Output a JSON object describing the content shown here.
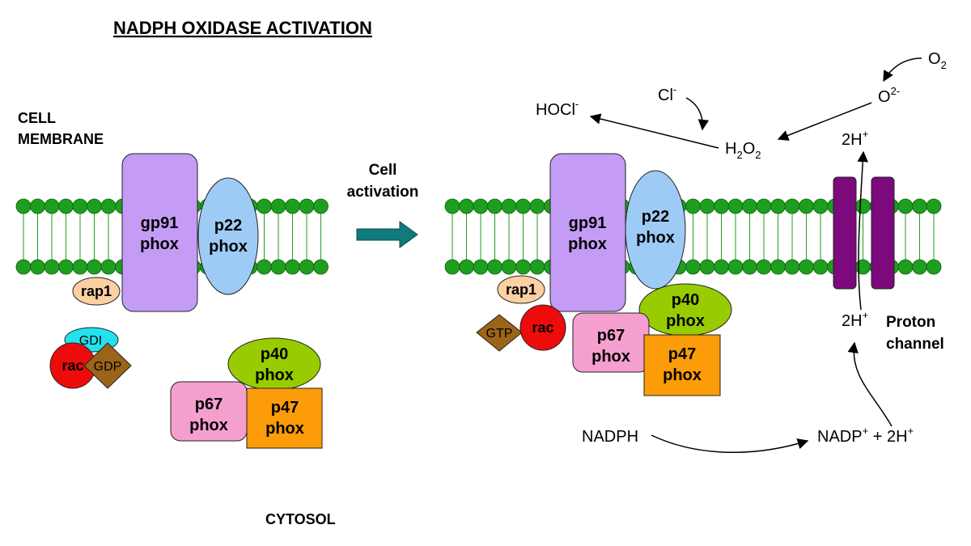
{
  "title": "NADPH OXIDASE ACTIVATION",
  "labels": {
    "cell": "CELL",
    "membrane": "MEMBRANE",
    "cytosol": "CYTOSOL",
    "cell_activation_1": "Cell",
    "cell_activation_2": "activation",
    "proton": "Proton",
    "channel": "channel",
    "nadph": "NADPH",
    "nadp": "NADP",
    "nadp_sup": "+",
    "nadp_rest": " + 2H",
    "nadp_rest_sup": "+",
    "two_h": "2H",
    "two_h_sup": "+",
    "two_h_mid": "2H",
    "two_h_mid_sup": "+",
    "hocl": "HOCl",
    "hocl_sup": "-",
    "cl": "Cl",
    "cl_sup": "-",
    "o2": "O",
    "o2_sub": "2",
    "superoxide": "O",
    "superoxide_sup": "2-",
    "h2o2_h": "H",
    "h2o2_2a": "2",
    "h2o2_o": "O",
    "h2o2_2b": "2"
  },
  "proteins": {
    "gp91_1": "gp91",
    "gp91_2": "phox",
    "p22_1": "p22",
    "p22_2": "phox",
    "rap1": "rap1",
    "gdi": "GDI",
    "rac": "rac",
    "gdp": "GDP",
    "gtp": "GTP",
    "p40_1": "p40",
    "p40_2": "phox",
    "p67_1": "p67",
    "p67_2": "phox",
    "p47_1": "p47",
    "p47_2": "phox"
  },
  "colors": {
    "lipid_head": "#1e9e1e",
    "lipid_tail": "#1e9e1e",
    "gp91": "#c49cf5",
    "p22": "#9ecbf6",
    "rap1": "#fcd0a2",
    "gdi": "#22e2ee",
    "rac": "#ee0b0b",
    "gdp_gtp": "#9c6418",
    "p40": "#99cc00",
    "p67": "#f59fcf",
    "p47": "#fb9c08",
    "proton_channel": "#7c0a7c",
    "activation_arrow": "#117a7a"
  }
}
